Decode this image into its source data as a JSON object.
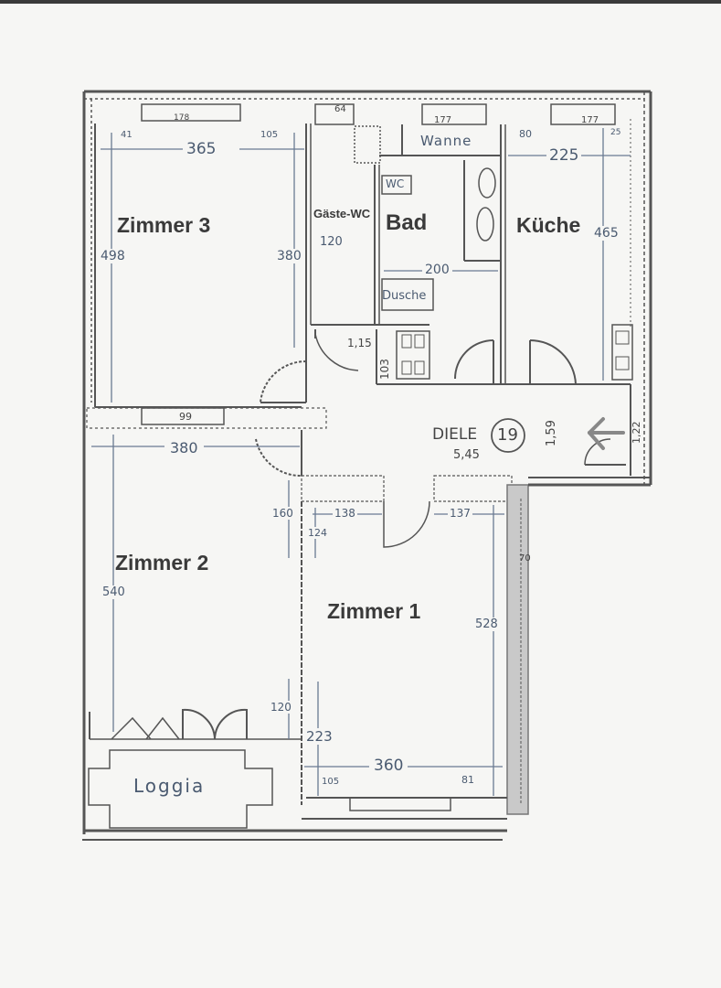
{
  "plan": {
    "rooms": [
      {
        "id": "zimmer3",
        "label": "Zimmer 3"
      },
      {
        "id": "gaeste_wc",
        "label": "Gäste-WC"
      },
      {
        "id": "bad",
        "label": "Bad"
      },
      {
        "id": "kueche",
        "label": "Küche"
      },
      {
        "id": "diele",
        "label": "DIELE",
        "number": "19",
        "width": "5,45",
        "depth": "1,59"
      },
      {
        "id": "zimmer2",
        "label": "Zimmer 2"
      },
      {
        "id": "zimmer1",
        "label": "Zimmer 1"
      },
      {
        "id": "loggia",
        "label": "Loggia"
      }
    ],
    "fixtures": {
      "wanne": "Wanne",
      "wc": "WC",
      "dusche": "Dusche"
    },
    "dimensions": {
      "z3_width": "365",
      "z3_left_window": "41",
      "z3_right_window": "105",
      "z3_depth_left": "498",
      "z3_depth_right": "380",
      "z3_window_top": "178",
      "gwc_width": "120",
      "gwc_window": "64",
      "bad_width": "200",
      "bad_window": "177",
      "kueche_width": "225",
      "kueche_window_left": "80",
      "kueche_window_right": "25",
      "kueche_depth": "465",
      "kueche_window": "177",
      "hall_115": "1,15",
      "hall_103": "103",
      "z3_door": "99",
      "z2_width": "380",
      "z2_depth": "540",
      "z2_160": "160",
      "z1_124": "124",
      "z1_138": "138",
      "z1_137": "137",
      "z1_depth": "528",
      "z2_120": "120",
      "z1_223": "223",
      "z1_width": "360",
      "z1_105": "105",
      "z1_81": "81",
      "entry_width": "1,22",
      "entry_70": "70"
    }
  }
}
